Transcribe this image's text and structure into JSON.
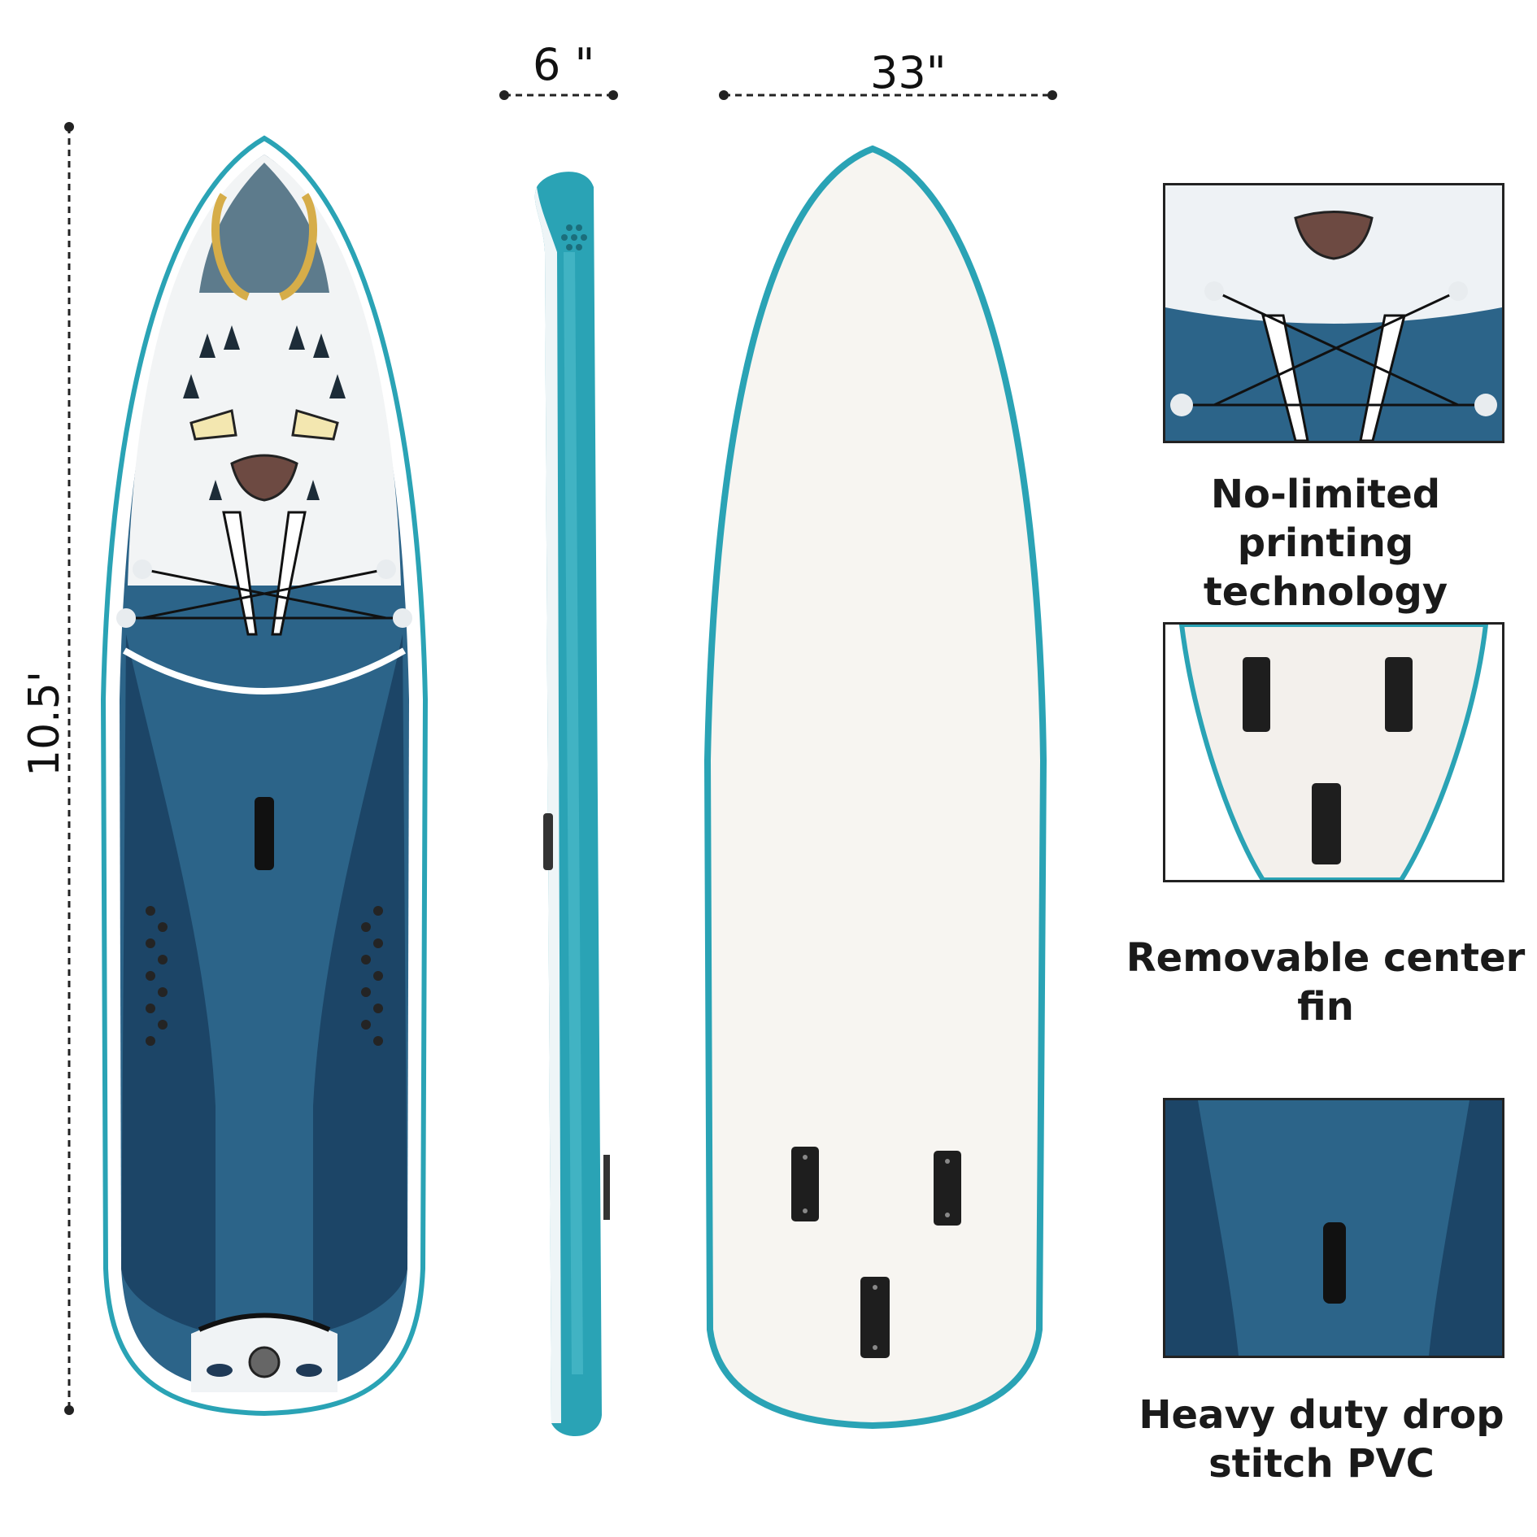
{
  "dimensions": {
    "length": "10.5'",
    "thickness": "6 \"",
    "width": "33\""
  },
  "features": [
    {
      "title_line1": "No-limited printing",
      "title_line2": "technology"
    },
    {
      "title_line1": "Removable center fin",
      "title_line2": ""
    },
    {
      "title_line1": "Heavy duty drop",
      "title_line2": "stitch PVC"
    }
  ],
  "colors": {
    "deck_blue": "#2c6489",
    "deck_dark": "#1c4567",
    "rail_teal": "#2aa3b5",
    "bottom_white": "#f7f5f1",
    "fin_box": "#1e1e1e"
  }
}
